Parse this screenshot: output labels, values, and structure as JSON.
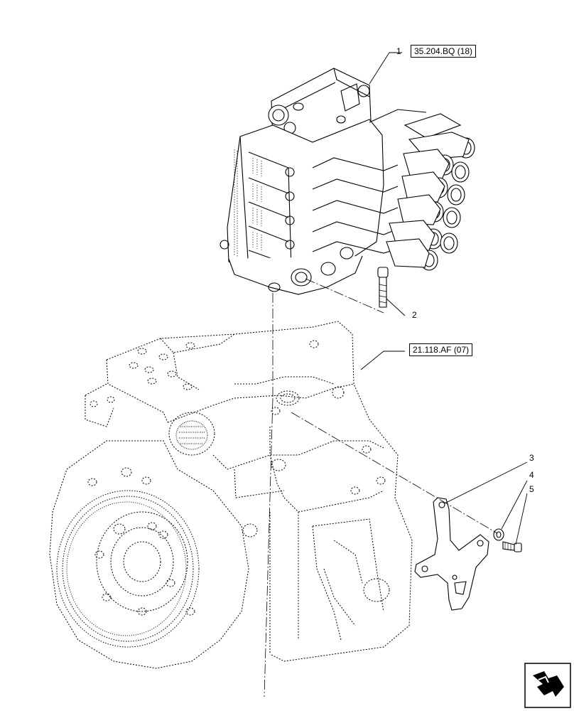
{
  "references": {
    "valve_ref": "35.204.BQ (18)",
    "housing_ref": "21.118.AF (07)"
  },
  "callouts": {
    "c1": "1",
    "c2": "2",
    "c3": "3",
    "c4": "4",
    "c5": "5"
  },
  "icons": {
    "nav": "next-page-arrow-icon"
  }
}
